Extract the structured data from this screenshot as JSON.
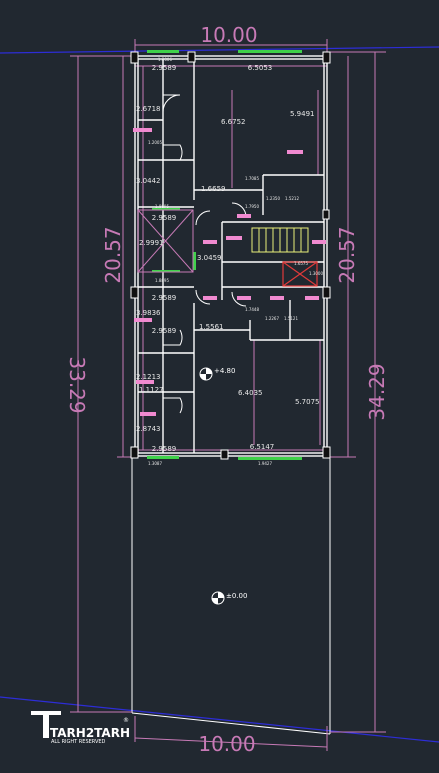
{
  "colors": {
    "background": "#212830",
    "wall": "#ffffff",
    "dimension": "#c77ab6",
    "grid_line": "#2d2dd6",
    "window": "#3fd14a",
    "stair": "#e9f07a",
    "red": "#e03a3a",
    "label": "#ffffff"
  },
  "dimensions": {
    "top_overall": "10.00",
    "bottom_overall": "10.00",
    "left_overall": "33.29",
    "right_overall": "34.29",
    "left_building": "20.57",
    "right_building": "20.57",
    "top_left_span": "2.9589",
    "top_right_span": "6.5053",
    "bottom_left_span": "2.9589",
    "bottom_right_span": "6.5147",
    "left_room_1": "2.6718",
    "left_room_2": "3.0442",
    "left_room_3": "2.9991",
    "left_room_4": "3.9836",
    "left_room_5": "2.1213",
    "left_room_6": "1.1127",
    "left_room_7": "2.8743",
    "mid_span_1": "2.9589",
    "mid_span_2": "2.9589",
    "mid_span_3": "2.9589",
    "room_height_top": "6.6752",
    "room_height_top_right": "5.9491",
    "room_height_bottom": "6.4035",
    "room_height_bottom_right": "5.7075",
    "core_width_top": "1.6659",
    "core_width_bottom": "1.5561",
    "core_depth": "3.0459"
  },
  "small_labels": [
    "1.7950",
    "1.2350",
    "1.5212",
    "1.7448",
    "1.2267",
    "1.5121",
    "1.3087",
    "1.9427",
    "1.2006",
    "1.6575",
    "1.3000",
    "1.8895",
    "1.8895",
    "1.2005",
    "1.7085"
  ],
  "levels": {
    "upper": "+4.80",
    "lower": "±0.00"
  },
  "watermark": {
    "brand": "TARH2TARH",
    "tagline": "ALL RIGHT RESERVED",
    "registered": "®"
  }
}
